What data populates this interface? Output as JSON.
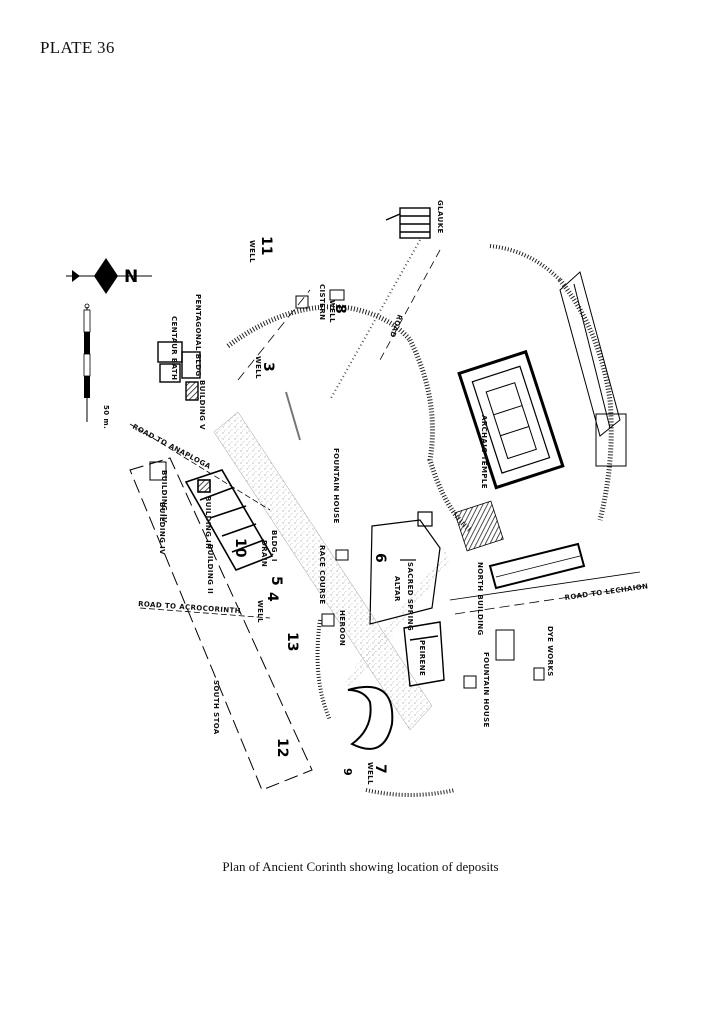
{
  "plate": "PLATE 36",
  "caption": "Plan of Ancient Corinth showing location of deposits",
  "compass": {
    "north_letter": "N"
  },
  "scale": {
    "label": "50 m."
  },
  "labels": {
    "glauke": "GLAUKE",
    "road": "ROAD",
    "cistern": "CISTERN",
    "well_8": "WELL",
    "pentagonal_bldg": "PENTAGONAL BLDG.",
    "centaur_bath": "CENTAUR BATH",
    "well_3": "WELL",
    "well_11": "WELL",
    "building_v": "BUILDING V",
    "archaic_temple": "ARCHAIC TEMPLE",
    "road_to_anaploga": "ROAD TO ANAPLOGA",
    "building_iv": "BUILDING IV",
    "building_iii": "BUILDING III",
    "building_ii": "BUILDING II",
    "bldg_i": "BLDG. I",
    "drain": "DRAIN",
    "fountain_house_n": "FOUNTAIN HOUSE",
    "race_course": "RACE COURSE",
    "sacred_spring": "SACRED SPRING",
    "altar": "ALTAR",
    "north_building": "NORTH BUILDING",
    "road_to_lechaion": "ROAD TO LECHAION",
    "road_to_acrocorinth": "ROAD TO ACROCORINTH",
    "well_4": "WELL",
    "herdon": "HEROON",
    "peirene": "PEIRENE",
    "fountain_house_s": "FOUNTAIN HOUSE",
    "dye_works": "DYE WORKS",
    "south_stoa": "SOUTH STOA",
    "well_7": "WELL"
  },
  "deposits": {
    "d3": "3",
    "d4": "4",
    "d5": "5",
    "d6": "6",
    "d7": "7",
    "d8": "8",
    "d9": "9",
    "d10": "10",
    "d11": "11",
    "d12": "12",
    "d13": "13"
  }
}
